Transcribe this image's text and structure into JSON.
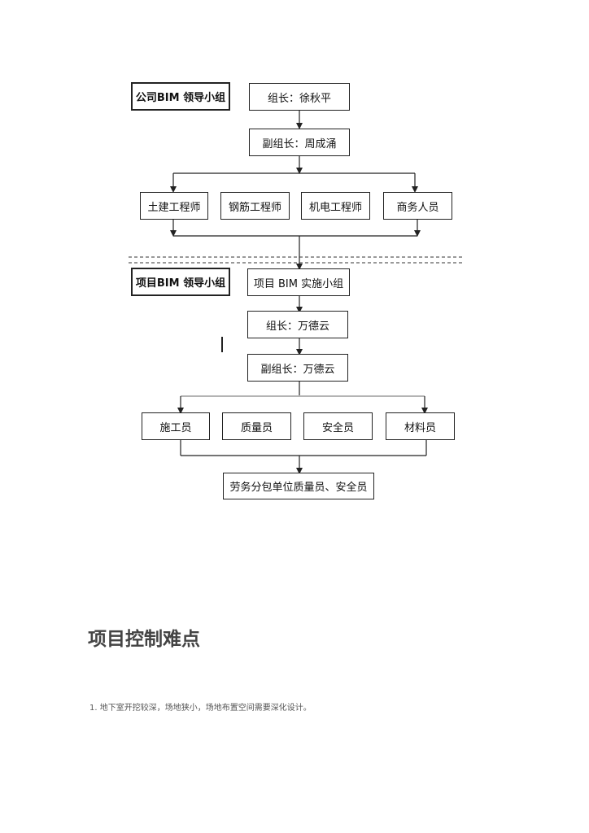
{
  "org_chart": {
    "company_group_label": "公司BIM 领导小组",
    "company_leader": "组长：徐秋平",
    "company_deputy": "副组长：周成涌",
    "engineers": [
      "土建工程师",
      "钢筋工程师",
      "机电工程师",
      "商务人员"
    ],
    "project_group_label": "项目BIM 领导小组",
    "project_impl_group": "项目 BIM 实施小组",
    "project_leader": "组长：万德云",
    "project_deputy": "副组长：万德云",
    "staff": [
      "施工员",
      "质量员",
      "安全员",
      "材料员"
    ],
    "subcontract": "劳务分包单位质量员、安全员"
  },
  "section": {
    "title": "项目控制难点",
    "items": [
      "1. 地下室开挖较深，场地狭小，场地布置空间需要深化设计。"
    ]
  }
}
